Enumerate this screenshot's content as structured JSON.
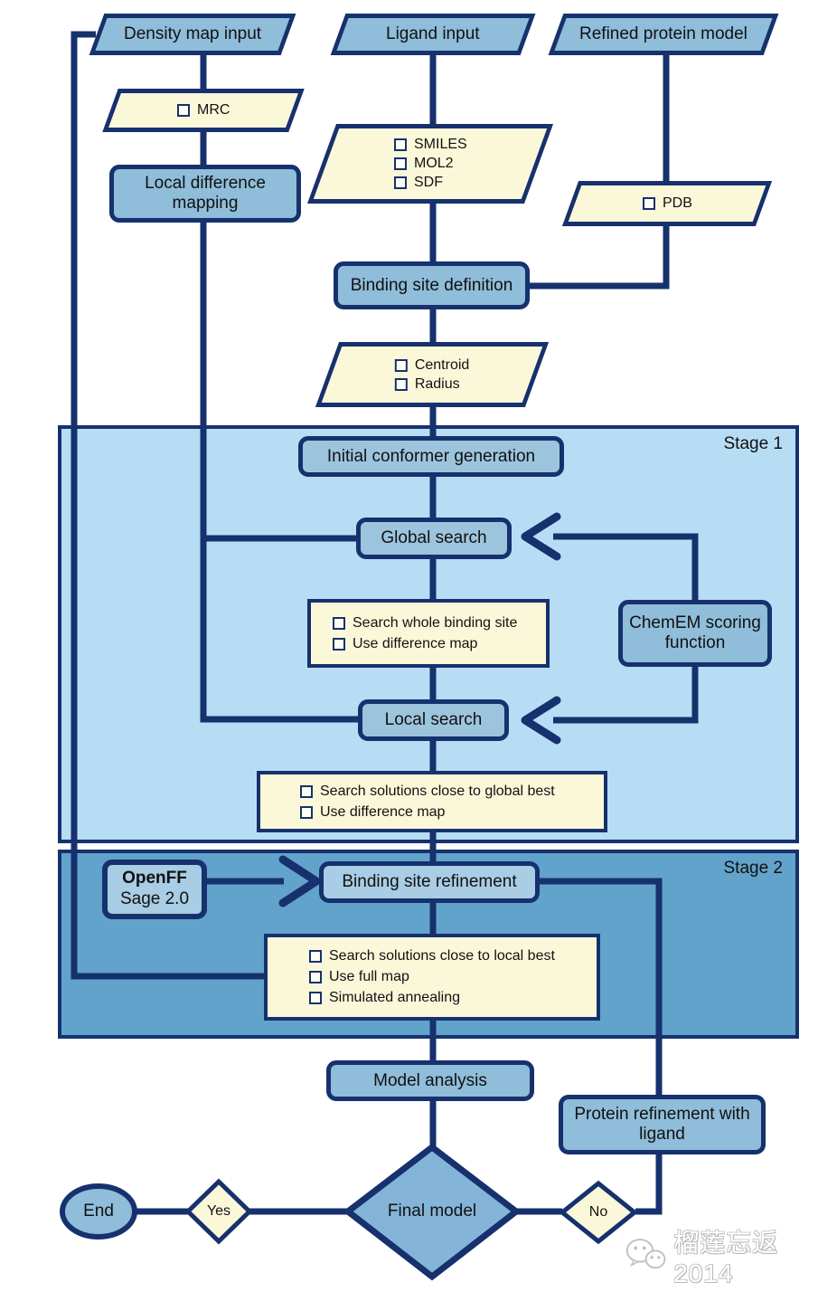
{
  "colors": {
    "navy": "#16316d",
    "node": "#8fbdda",
    "node_light": "#a8cde4",
    "node_stage1": "#9dc4dd",
    "cream": "#fbf8da",
    "stage1_bg": "#b7ddf4",
    "stage2_bg": "#62a3cb"
  },
  "nodes": {
    "density_input": {
      "label": "Density map input"
    },
    "ligand_input": {
      "label": "Ligand input"
    },
    "protein_input": {
      "label": "Refined protein model"
    },
    "mrc": {
      "items": [
        "MRC"
      ]
    },
    "local_diff": {
      "label": "Local difference mapping"
    },
    "ligand_formats": {
      "items": [
        "SMILES",
        "MOL2",
        "SDF"
      ]
    },
    "pdb": {
      "items": [
        "PDB"
      ]
    },
    "binding_site_def": {
      "label": "Binding site definition"
    },
    "site_params": {
      "items": [
        "Centroid",
        "Radius"
      ]
    },
    "icg": {
      "label": "Initial conformer generation"
    },
    "global_search": {
      "label": "Global search"
    },
    "global_opts": {
      "items": [
        "Search whole binding site",
        "Use difference map"
      ]
    },
    "chemem": {
      "label": "ChemEM scoring function"
    },
    "local_search": {
      "label": "Local search"
    },
    "local_opts": {
      "items": [
        "Search solutions close to global best",
        "Use difference map"
      ]
    },
    "openff": {
      "line1": "OpenFF",
      "line2": "Sage 2.0"
    },
    "bsr": {
      "label": "Binding site refinement"
    },
    "refine_opts": {
      "items": [
        "Search solutions close to local best",
        "Use full map",
        "Simulated annealing"
      ]
    },
    "model_analysis": {
      "label": "Model analysis"
    },
    "protein_ref": {
      "label": "Protein refinement with ligand"
    },
    "final_model": {
      "label": "Final model"
    },
    "decision_yes": {
      "label": "Yes"
    },
    "decision_no": {
      "label": "No"
    },
    "end": {
      "label": "End"
    }
  },
  "stages": {
    "stage1": {
      "label": "Stage 1"
    },
    "stage2": {
      "label": "Stage 2"
    }
  },
  "watermark": {
    "text": "榴莲忘返 2014"
  }
}
